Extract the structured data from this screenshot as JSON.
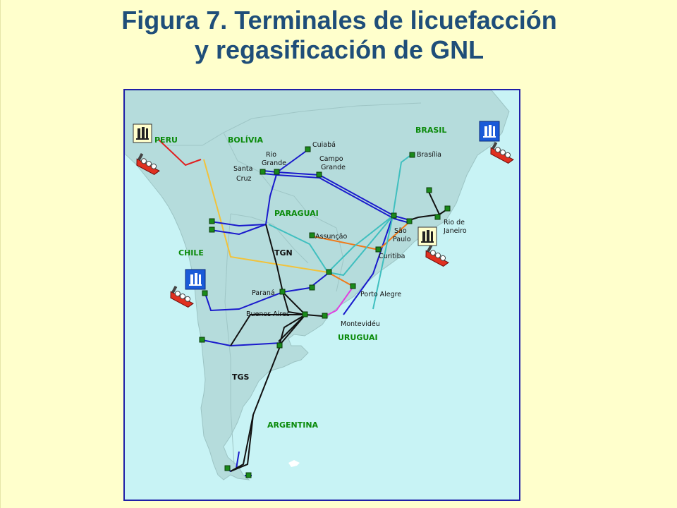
{
  "title": {
    "line1": "Figura 7. Terminales de licuefacción",
    "line2": "y regasificación de GNL"
  },
  "countries": {
    "peru": "PERU",
    "bolivia": "BOLÍVIA",
    "brasil": "BRASIL",
    "paraguai": "PARAGUAI",
    "chile": "CHILE",
    "uruguai": "URUGUAI",
    "argentina": "ARGENTINA"
  },
  "pipelines": {
    "tgn": "TGN",
    "tgs": "TGS"
  },
  "cities": {
    "cuiaba": "Cuiabá",
    "rio_grande_1": "Rio",
    "rio_grande_2": "Grande",
    "santa_cruz_1": "Santa",
    "santa_cruz_2": "Cruz",
    "campo_grande_1": "Campo",
    "campo_grande_2": "Grande",
    "brasilia": "Brasília",
    "assuncao": "Assunção",
    "sao_paulo_1": "São",
    "sao_paulo_2": "Paulo",
    "rio_de_janeiro_1": "Rio de",
    "rio_de_janeiro_2": "Janeiro",
    "curitiba": "Curitiba",
    "porto_alegre": "Porto Alegre",
    "parana": "Paraná",
    "buenos_aires": "Buenos Aires",
    "montevideu": "Montevidéu"
  },
  "colors": {
    "title": "#1f4e79",
    "sea": "#c8f3f5",
    "land": "#b5dcdc",
    "border": "#1f1fa8",
    "country_label": "#0a8a0a",
    "node": "#1a8a1a",
    "blue_line": "#1a1acc",
    "black_line": "#111111",
    "orange_line": "#f07a1a",
    "cyan_line": "#3fbfbf",
    "yellow_line": "#f2c23a",
    "red_line": "#e02020",
    "magenta_line": "#e040e0"
  },
  "icons": {
    "terminal": "lng-terminal-icon",
    "ship": "lng-tanker-ship-icon"
  }
}
